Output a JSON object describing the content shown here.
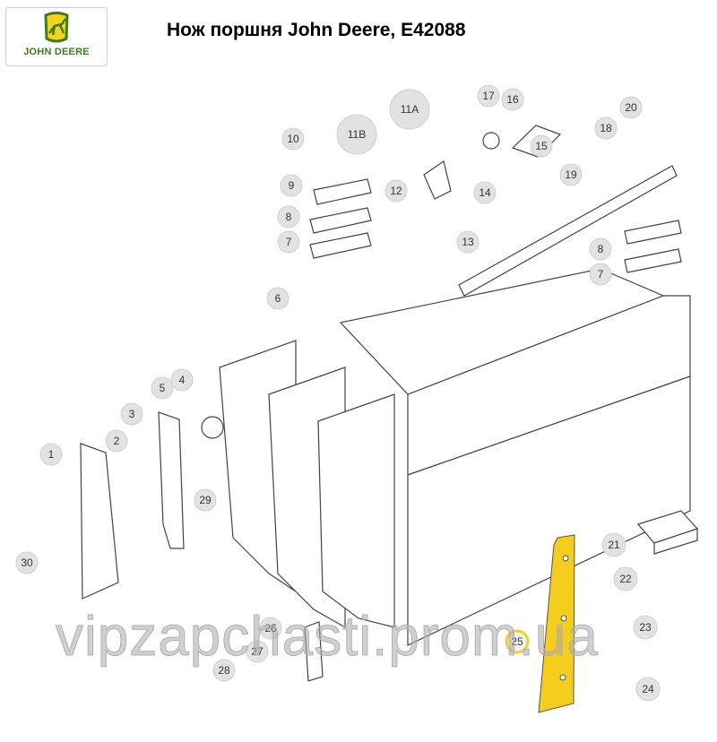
{
  "header": {
    "logo_text": "JOHN DEERE",
    "title": "Нож поршня John Deere, E42088"
  },
  "diagram": {
    "callouts": [
      "1",
      "2",
      "3",
      "4",
      "5",
      "6",
      "7",
      "8",
      "9",
      "10",
      "11B",
      "11A",
      "12",
      "13",
      "14",
      "15",
      "16",
      "17",
      "18",
      "19",
      "20",
      "7",
      "8",
      "21",
      "22",
      "23",
      "24",
      "25",
      "26",
      "27",
      "28",
      "29",
      "30"
    ],
    "highlighted": "25",
    "highlight_color": "#f5cd1c"
  },
  "watermark": "vipzapchasti.prom.ua"
}
